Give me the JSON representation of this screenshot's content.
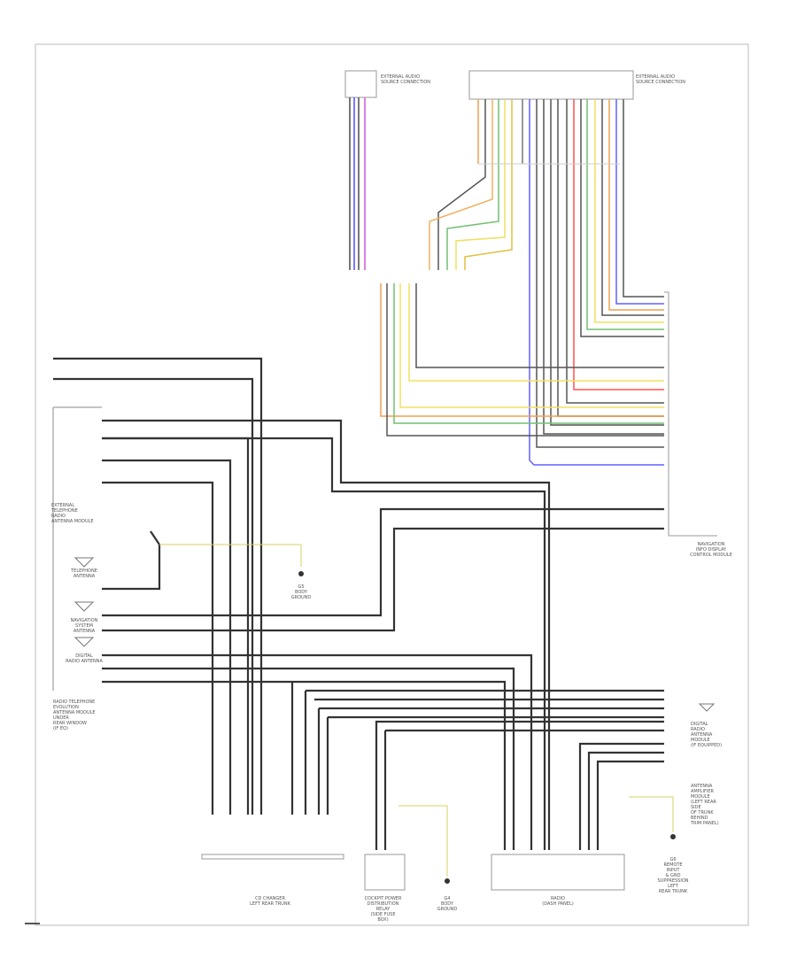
{
  "labels": {
    "ext_audio_1": "EXTERNAL AUDIO\nSOURCE CONNECTION",
    "ext_audio_2": "EXTERNAL AUDIO\nSOURCE CONNECTION",
    "radio_module": "NAVIGATION\nINFO DISPLAY\nCONTROL MODULE",
    "antenna_left": "EXTERNAL\nTELEPHONE\nRADIO\nANTENNA MODULE",
    "telephone_antenna": "TELEPHONE\nANTENNA",
    "navigation_antenna": "NAVIGATION\nSYSTEM\nANTENNA",
    "digital_antenna": "DIGITAL\nRADIO ANTENNA",
    "radio_telephone_note": "RADIO TELEPHONE\nEVOLUTION\nANTENNA MODULE\nUNDER\nREAR WINDOW\n(IF EQ)",
    "ground_center": "G5\nBODY\nGROUND",
    "cd_changer": "CD CHANGER\nLEFT REAR TRUNK",
    "cockpit_relay": "COCKPIT POWER\nDISTRIBUTION\nRELAY\n(SIDE FUSE\nBOX)",
    "ground_bottom": "G4\nBODY\nGROUND",
    "radio": "RADIO\n(DASH PANEL)",
    "digital_radio_right": "DIGITAL\nRADIO\nANTENNA\nMODULE\n(IF EQUIPPED)",
    "antenna_amp_right": "ANTENNA\nAMPLIFIER\nMODULE\n(LEFT REAR\nSIDE\nOF TRUNK\nBEHIND\nTRIM PANEL)",
    "radio_ground_right": "G6\nREMOTE\nINPUT\n& GND\nSUPPRESSION\nLEFT\nREAR TRUNK"
  }
}
